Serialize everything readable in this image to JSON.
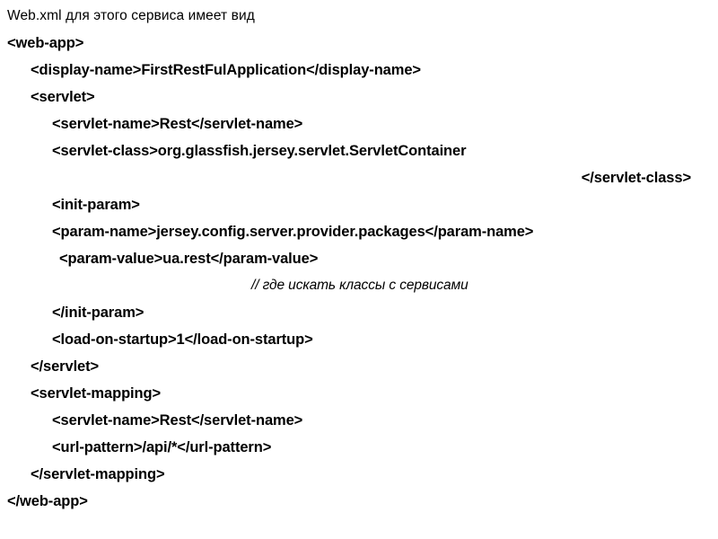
{
  "slide": {
    "background_color": "#ffffff",
    "text_color": "#000000",
    "caption": "Web.xml для этого сервиса имеет вид"
  },
  "code": {
    "language": "xml",
    "lines": [
      {
        "text": "<web-app>",
        "indent": 0,
        "style": "code"
      },
      {
        "text": "<display-name>FirstRestFulApplication</display-name>",
        "indent": 1,
        "style": "code"
      },
      {
        "text": "<servlet>",
        "indent": 1,
        "style": "code"
      },
      {
        "text": "<servlet-name>Rest</servlet-name>",
        "indent": 2,
        "style": "code"
      },
      {
        "text": "<servlet-class>org.glassfish.jersey.servlet.ServletContainer",
        "indent": 2,
        "style": "code"
      },
      {
        "text": "</servlet-class>",
        "indent": 0,
        "style": "align-right"
      },
      {
        "text": "<init-param>",
        "indent": 2,
        "style": "code"
      },
      {
        "text": "<param-name>jersey.config.server.provider.packages</param-name>",
        "indent": 2,
        "style": "code"
      },
      {
        "text": "<param-value>ua.rest</param-value>",
        "indent": 3,
        "style": "code"
      },
      {
        "text": "// где искать классы с сервисами",
        "indent": 0,
        "style": "comment"
      },
      {
        "text": "</init-param>",
        "indent": 2,
        "style": "code"
      },
      {
        "text": "<load-on-startup>1</load-on-startup>",
        "indent": 2,
        "style": "code"
      },
      {
        "text": "</servlet>",
        "indent": 1,
        "style": "code"
      },
      {
        "text": "<servlet-mapping>",
        "indent": 1,
        "style": "code"
      },
      {
        "text": "<servlet-name>Rest</servlet-name>",
        "indent": 2,
        "style": "code"
      },
      {
        "text": "<url-pattern>/api/*</url-pattern>",
        "indent": 2,
        "style": "code"
      },
      {
        "text": "</servlet-mapping>",
        "indent": 1,
        "style": "code"
      },
      {
        "text": "</web-app>",
        "indent": 0,
        "style": "code"
      }
    ]
  }
}
